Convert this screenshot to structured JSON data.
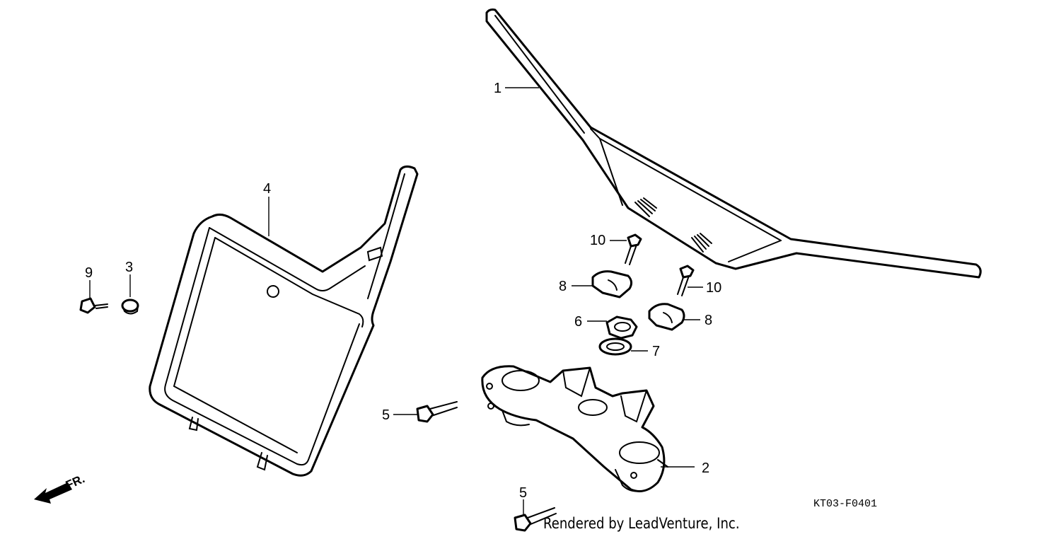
{
  "diagram": {
    "code": "KT03-F0401",
    "credit": "Rendered by LeadVenture, Inc.",
    "front_label": "FR."
  },
  "callouts": [
    "1",
    "4",
    "10",
    "3",
    "9",
    "8",
    "10",
    "6",
    "8",
    "7",
    "5",
    "2",
    "5"
  ],
  "parts": [
    {
      "ref": "1",
      "icon": "handlebar-icon"
    },
    {
      "ref": "2",
      "icon": "top-bridge-icon"
    },
    {
      "ref": "3",
      "icon": "collar-icon"
    },
    {
      "ref": "4",
      "icon": "number-plate-icon"
    },
    {
      "ref": "5",
      "icon": "flange-bolt-icon"
    },
    {
      "ref": "6",
      "icon": "steering-stem-nut-icon"
    },
    {
      "ref": "7",
      "icon": "washer-icon"
    },
    {
      "ref": "8",
      "icon": "handlebar-holder-icon"
    },
    {
      "ref": "9",
      "icon": "bolt-icon"
    },
    {
      "ref": "10",
      "icon": "bolt-icon"
    }
  ]
}
